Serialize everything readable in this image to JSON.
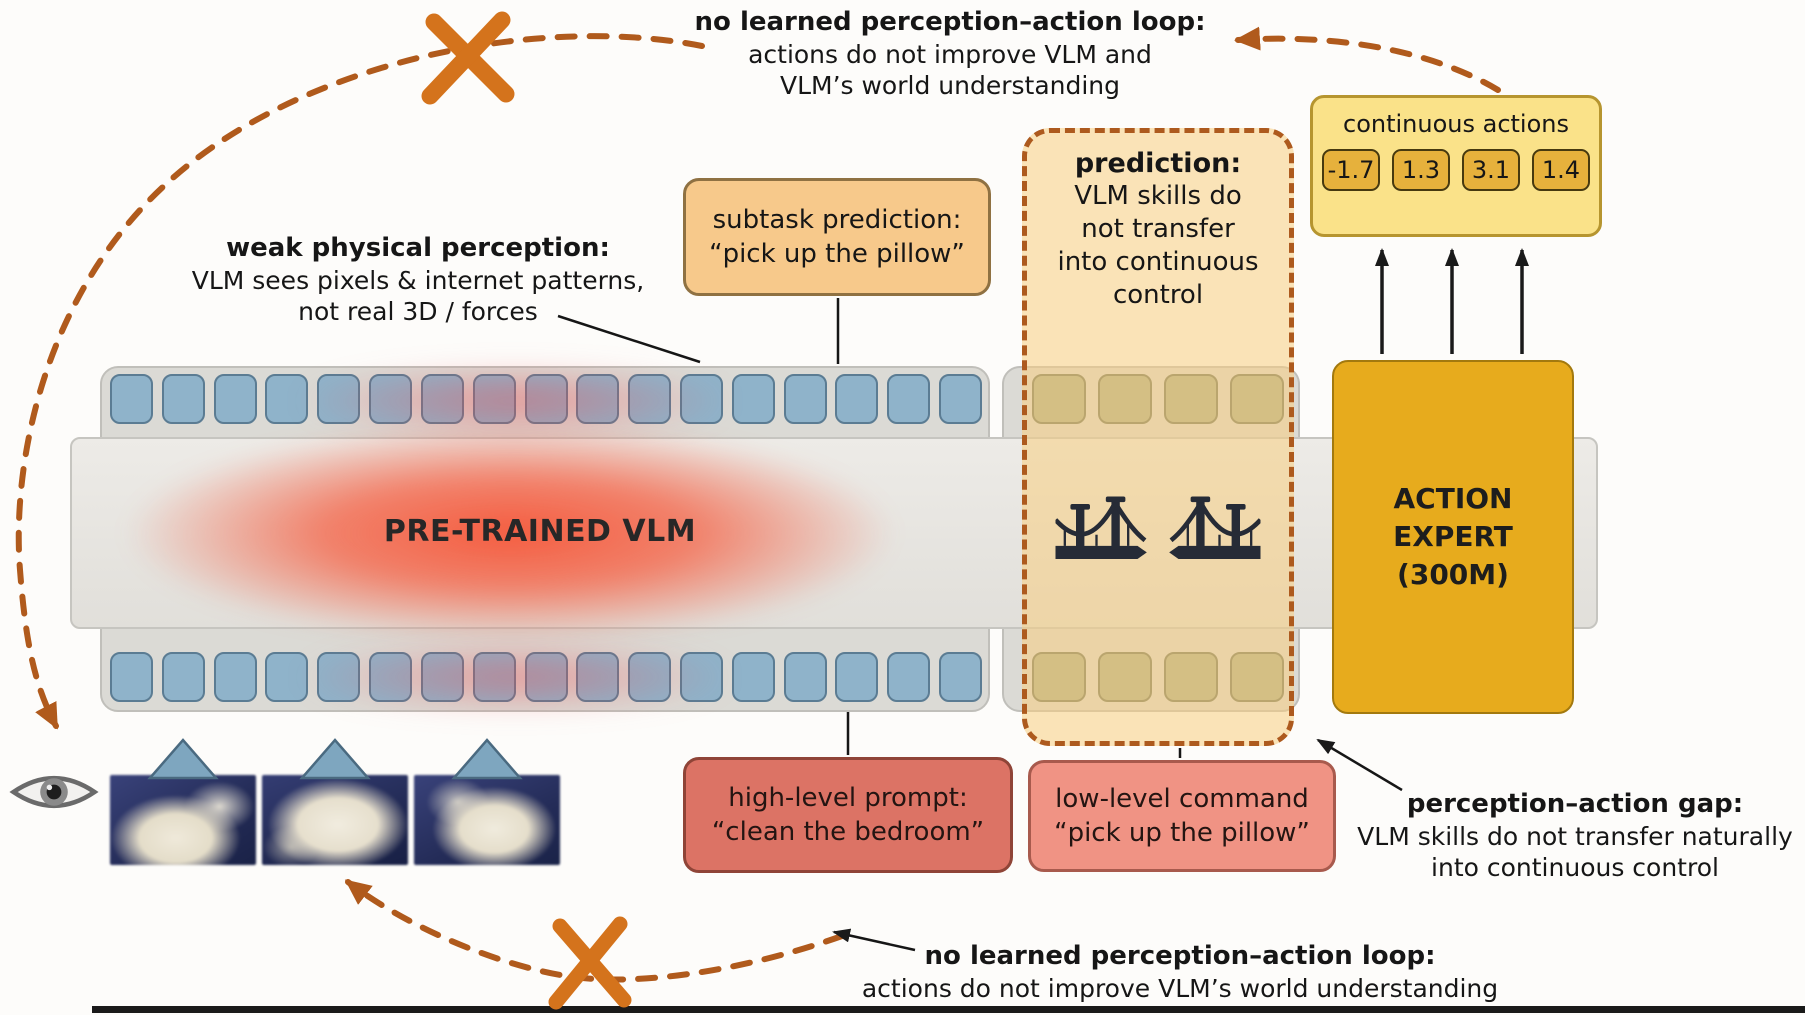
{
  "top_note": {
    "title": "no learned perception–action loop:",
    "lines": [
      "actions do not improve VLM and",
      "VLM’s world understanding"
    ]
  },
  "weak_perception_note": {
    "title": "weak physical perception:",
    "lines": [
      "VLM sees pixels & internet patterns,",
      "not real 3D / forces"
    ]
  },
  "subtask_box": {
    "title": "subtask prediction:",
    "quote": "“pick up the pillow”"
  },
  "prediction_box": {
    "title": "prediction:",
    "lines": [
      "VLM skills do",
      "not transfer",
      "into continuous",
      "control"
    ]
  },
  "continuous_actions": {
    "title": "continuous actions",
    "values": [
      "-1.7",
      "1.3",
      "3.1",
      "1.4"
    ]
  },
  "vlm": {
    "label": "PRE-TRAINED VLM",
    "top_blue_tokens": 17,
    "top_olive_tokens": 4,
    "bottom_blue_tokens": 17,
    "bottom_olive_tokens": 4
  },
  "action_expert": {
    "lines": [
      "ACTION",
      "EXPERT",
      "(300M)"
    ]
  },
  "high_level_box": {
    "title": "high-level prompt:",
    "quote": "“clean the bedroom”"
  },
  "low_level_box": {
    "title": "low-level command",
    "quote": "“pick up the pillow”"
  },
  "gap_note": {
    "title": "perception–action gap:",
    "lines": [
      "VLM skills do not transfer naturally",
      "into continuous control"
    ]
  },
  "bottom_note": {
    "title": "no learned perception–action loop:",
    "lines": [
      "actions do not improve VLM’s world understanding"
    ]
  },
  "colors": {
    "accent_orange": "#c96a1e",
    "blob_red": "#f45c3e",
    "token_blue": "#8fb3ca",
    "token_olive": "#a9ad8a",
    "expert_gold": "#e7ab1d"
  }
}
